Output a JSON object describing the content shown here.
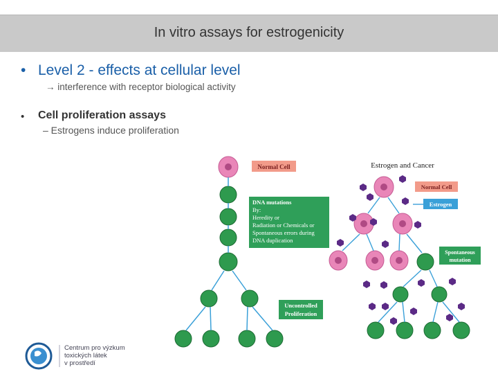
{
  "header": {
    "title": "In vitro assays for estrogenicity"
  },
  "bullets": {
    "level2": {
      "marker": "•",
      "text": "Level 2 - effects at cellular level",
      "sub": "interference with receptor biological activity",
      "arrow": "→"
    },
    "cell_prolif": {
      "marker": "•",
      "text": "Cell proliferation assays",
      "sub": "– Estrogens induce proliferation"
    }
  },
  "diagram": {
    "normal_cell_label": "Normal Cell",
    "dna_box": [
      "DNA mutations",
      "By:",
      "Heredity or",
      "Radiation or Chemicals or",
      "Spontaneous errors during",
      "DNA duplication"
    ],
    "uncontrolled_label": [
      "Uncontrolled",
      "Proliferation"
    ],
    "right_title": "Estrogen and Cancer",
    "right_normal_label": "Normal Cell",
    "estrogen_label": "Estrogen",
    "spontaneous_label": [
      "Spontaneous",
      "mutation"
    ],
    "colors": {
      "pink_cell": "#e986b8",
      "green_cell": "#2e9a4e",
      "label_bg": "#f29b8a",
      "box_bg": "#2f9f59",
      "estrogen": "#5b2a86",
      "arrow": "#3aa0d8"
    }
  },
  "logo": {
    "lines": [
      "Centrum pro výzkum",
      "toxických látek",
      "v prostředí"
    ]
  }
}
